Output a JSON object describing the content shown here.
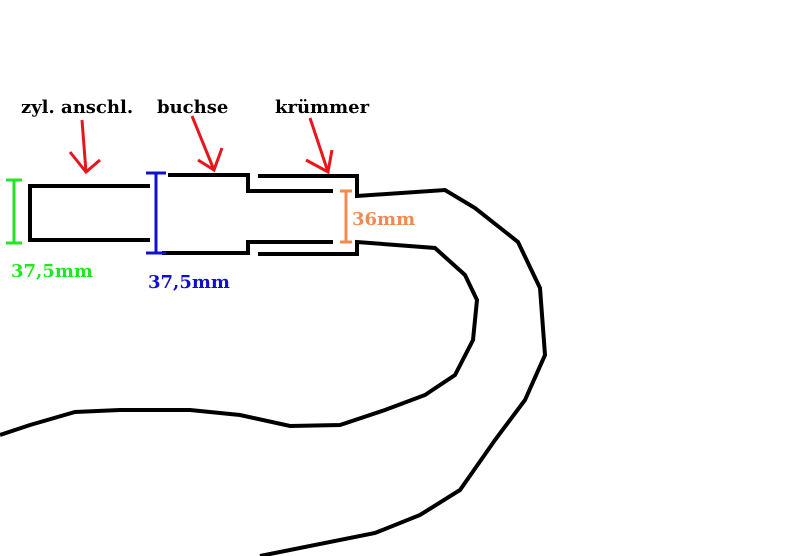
{
  "labels": {
    "cylinder": "zyl. anschl.",
    "bushing": "buchse",
    "manifold": "krümmer"
  },
  "dimensions": {
    "cylinder": "37,5mm",
    "bushing": "37,5mm",
    "manifold": "36mm"
  },
  "colors": {
    "cylinder_dim": "#22e622",
    "bushing_dim": "#1010d0",
    "manifold_dim": "#f08a50",
    "arrows": "#e8161b"
  }
}
